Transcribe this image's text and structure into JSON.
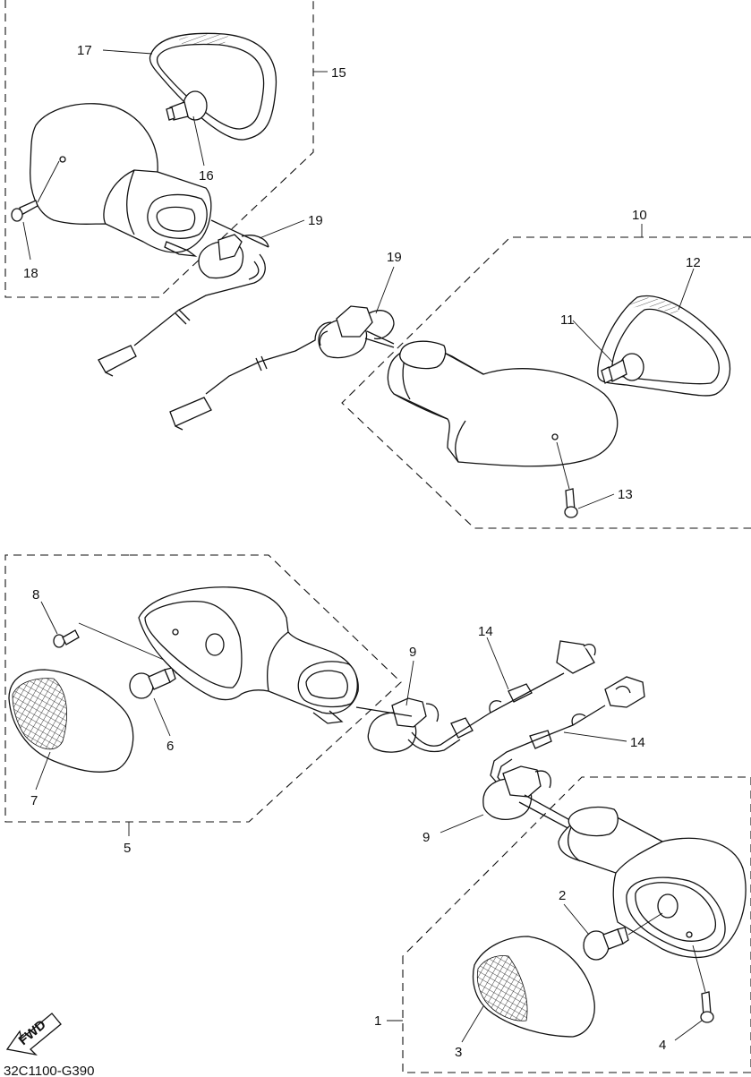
{
  "diagram": {
    "reference_code": "32C1100-G390",
    "fwd_label": "FWD",
    "callouts": {
      "c1": "1",
      "c2": "2",
      "c3": "3",
      "c4": "4",
      "c5": "5",
      "c6": "6",
      "c7": "7",
      "c8": "8",
      "c9a": "9",
      "c9b": "9",
      "c10": "10",
      "c11": "11",
      "c12": "12",
      "c13": "13",
      "c14a": "14",
      "c14b": "14",
      "c15": "15",
      "c16": "16",
      "c17": "17",
      "c18": "18",
      "c19a": "19",
      "c19b": "19"
    }
  }
}
